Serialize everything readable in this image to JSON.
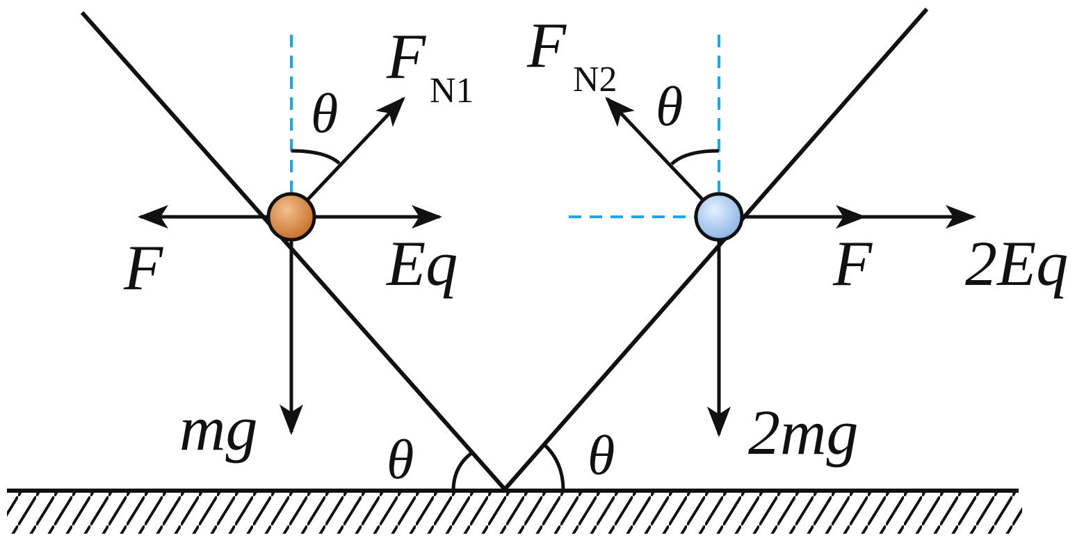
{
  "colors": {
    "line": "#111111",
    "dashed_guide": "#1aa7e6",
    "ball_left": "#d9843d",
    "ball_right": "#9ec4ee"
  },
  "labels": {
    "left_normal": "F",
    "left_normal_sub": "N1",
    "right_normal": "F",
    "right_normal_sub": "N2",
    "theta_top_left": "θ",
    "theta_top_right": "θ",
    "left_force": "F",
    "left_field_force": "Eq",
    "right_force": "F",
    "right_field_force": "2Eq",
    "left_gravity": "mg",
    "right_gravity": "2mg",
    "theta_bottom_left": "θ",
    "theta_bottom_right": "θ"
  }
}
